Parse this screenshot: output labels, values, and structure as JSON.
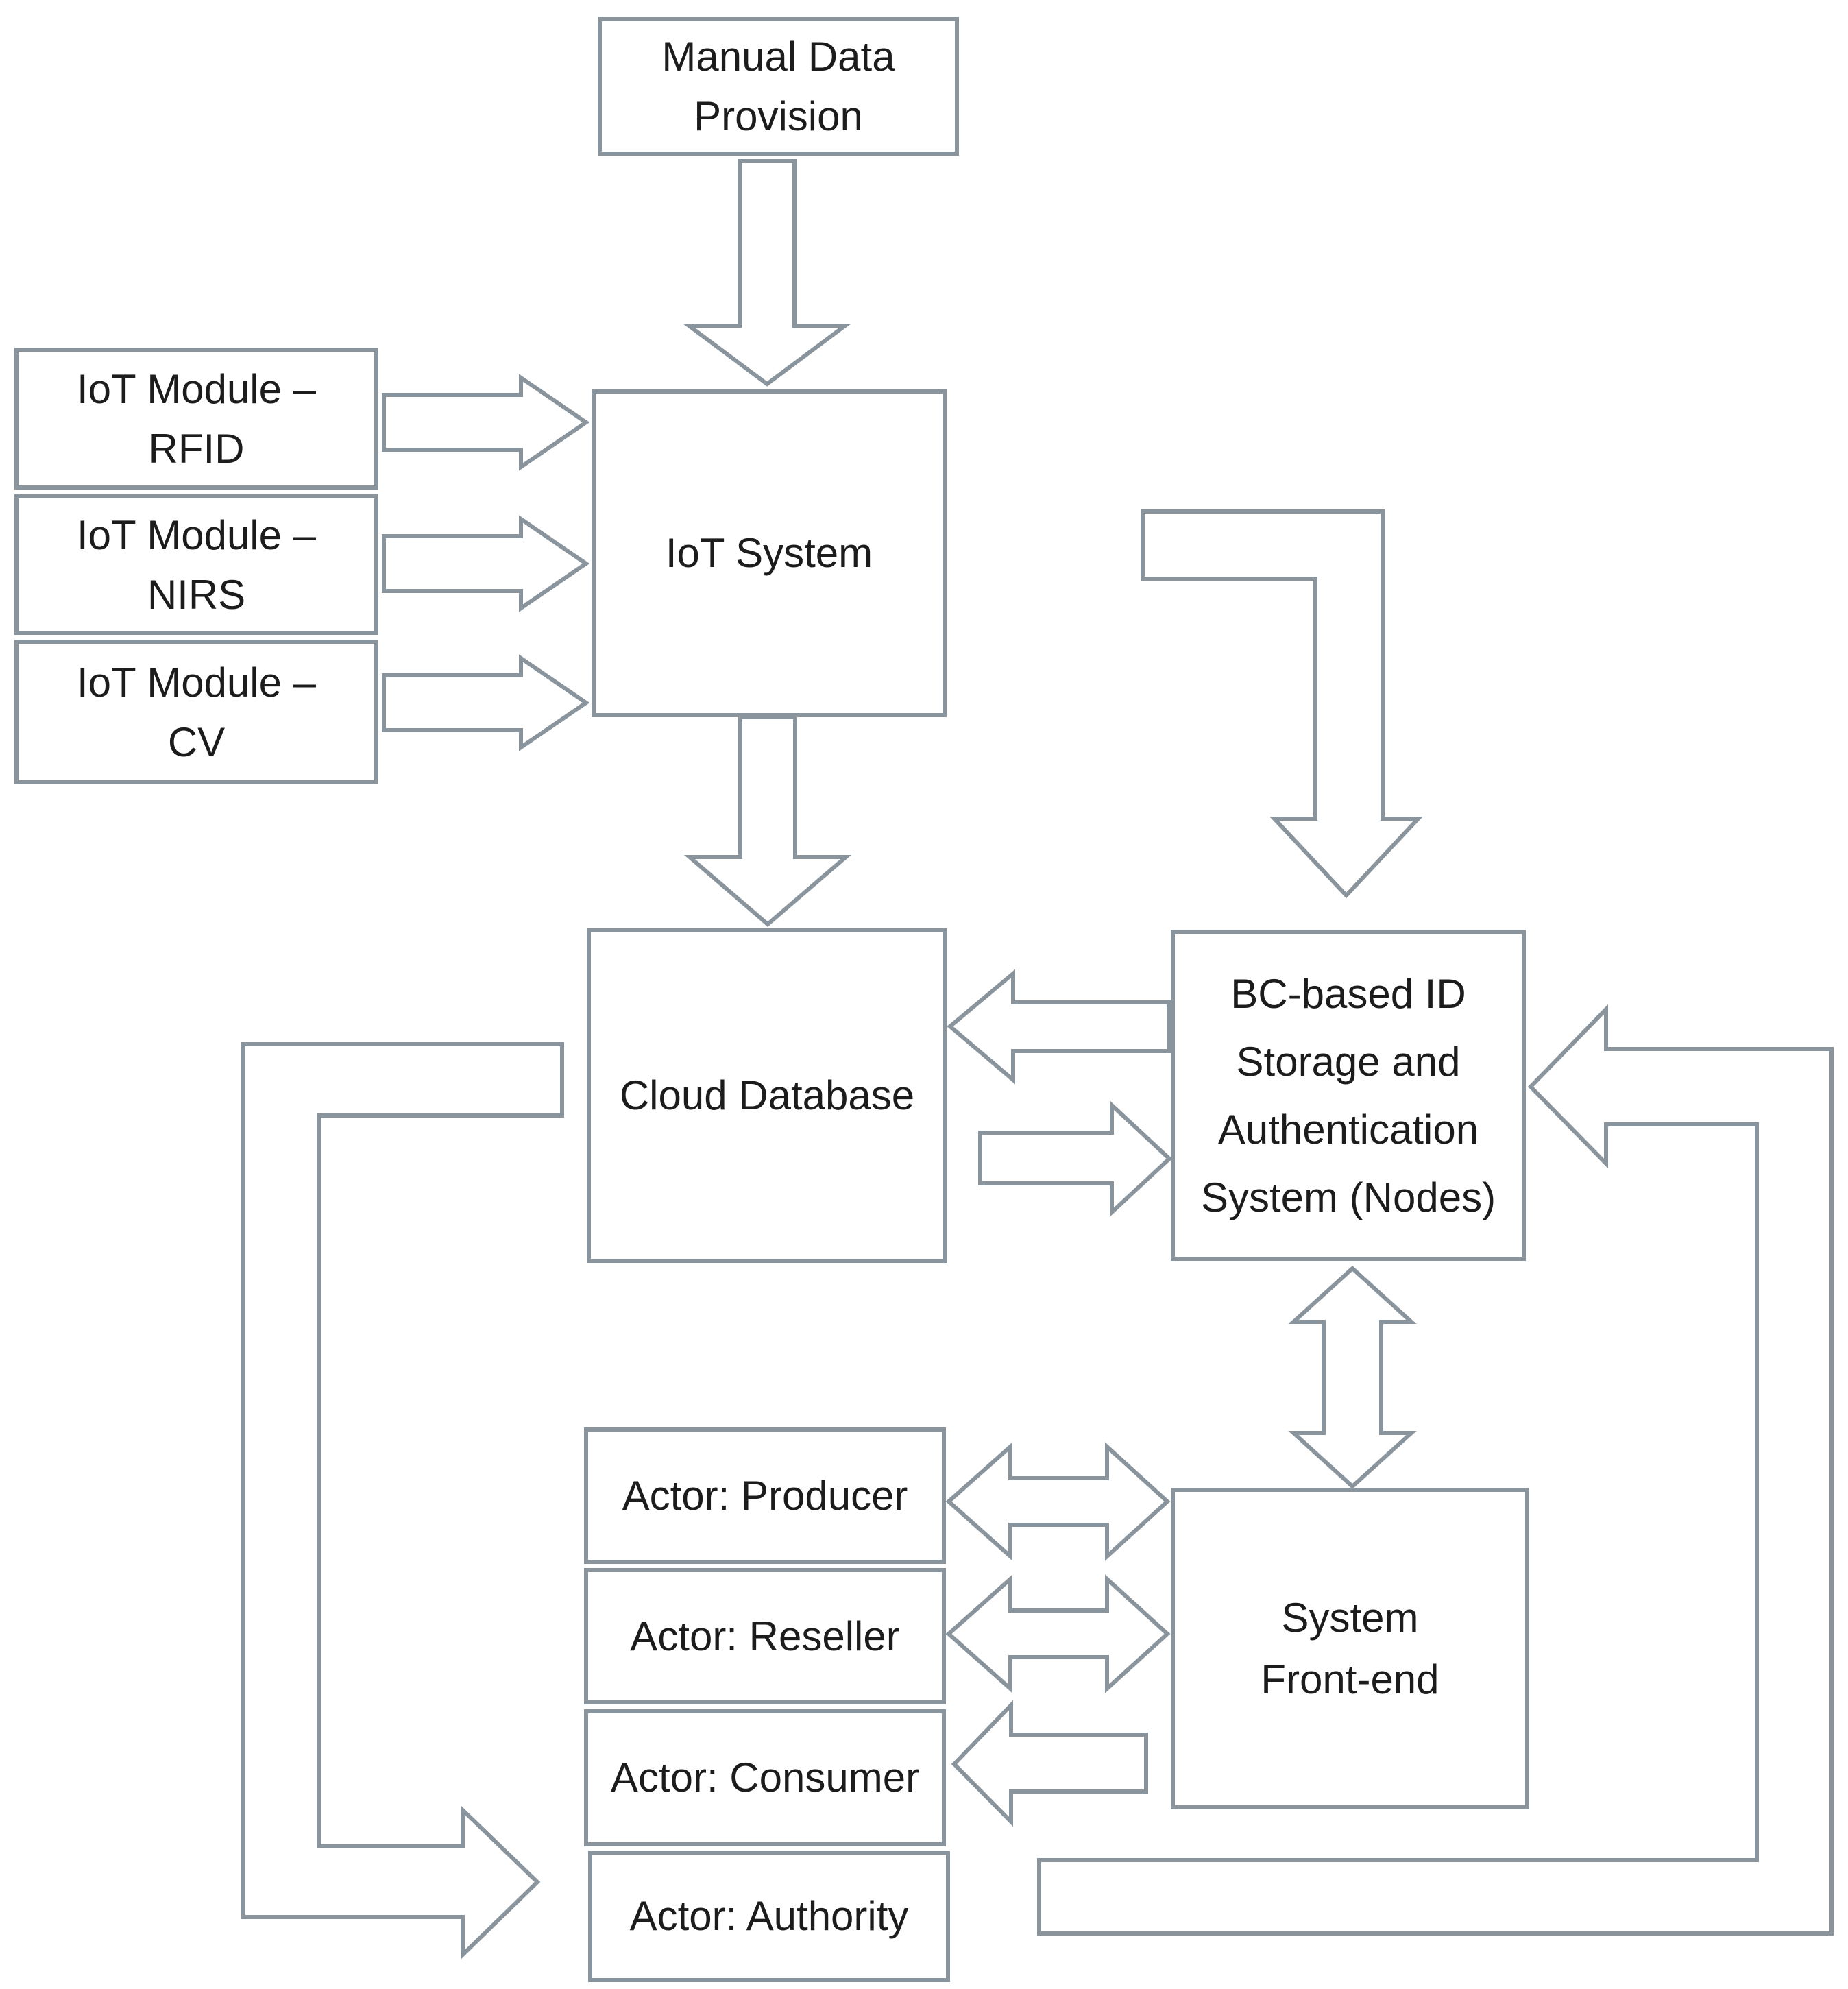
{
  "colors": {
    "stroke": "#8a949c",
    "text": "#1c1c1c",
    "background": "#ffffff"
  },
  "boxes": {
    "manual_data": {
      "label": "Manual Data\nProvision"
    },
    "iot_module_rfid": {
      "label": "IoT Module –\nRFID"
    },
    "iot_module_nirs": {
      "label": "IoT Module –\nNIRS"
    },
    "iot_module_cv": {
      "label": "IoT Module –\nCV"
    },
    "iot_system": {
      "label": "IoT System"
    },
    "cloud_database": {
      "label": "Cloud Database"
    },
    "bc_system": {
      "label": "BC-based ID\nStorage and\nAuthentication\nSystem (Nodes)"
    },
    "actor_producer": {
      "label": "Actor: Producer"
    },
    "actor_reseller": {
      "label": "Actor: Reseller"
    },
    "actor_consumer": {
      "label": "Actor: Consumer"
    },
    "actor_authority": {
      "label": "Actor: Authority"
    },
    "system_frontend": {
      "label": "System\nFront-end"
    }
  },
  "arrows": [
    {
      "name": "manual-to-iot-system",
      "from": "Manual Data Provision",
      "to": "IoT System",
      "style": "block",
      "direction": "down"
    },
    {
      "name": "rfid-to-iot-system",
      "from": "IoT Module – RFID",
      "to": "IoT System",
      "style": "block",
      "direction": "right"
    },
    {
      "name": "nirs-to-iot-system",
      "from": "IoT Module – NIRS",
      "to": "IoT System",
      "style": "block",
      "direction": "right"
    },
    {
      "name": "cv-to-iot-system",
      "from": "IoT Module – CV",
      "to": "IoT System",
      "style": "block",
      "direction": "right"
    },
    {
      "name": "iot-system-to-cloud",
      "from": "IoT System",
      "to": "Cloud Database",
      "style": "block",
      "direction": "down"
    },
    {
      "name": "elbow-to-bc-top",
      "from": "IoT System area",
      "to": "BC-based ID Storage and Authentication System (Nodes)",
      "style": "block-elbow",
      "direction": "right-then-down"
    },
    {
      "name": "bc-to-cloud",
      "from": "BC-based ID Storage and Authentication System (Nodes)",
      "to": "Cloud Database",
      "style": "block",
      "direction": "left"
    },
    {
      "name": "cloud-to-bc",
      "from": "Cloud Database",
      "to": "BC-based ID Storage and Authentication System (Nodes)",
      "style": "block",
      "direction": "right"
    },
    {
      "name": "bc-frontend-bidirectional",
      "from": "BC-based ID Storage and Authentication System (Nodes)",
      "to": "System Front-end",
      "style": "block",
      "direction": "both-vertical"
    },
    {
      "name": "producer-frontend-bidirectional",
      "from": "Actor: Producer",
      "to": "System Front-end",
      "style": "block",
      "direction": "both-horizontal"
    },
    {
      "name": "reseller-frontend-bidirectional",
      "from": "Actor: Reseller",
      "to": "System Front-end",
      "style": "block",
      "direction": "both-horizontal"
    },
    {
      "name": "frontend-to-consumer",
      "from": "System Front-end",
      "to": "Actor: Consumer",
      "style": "block",
      "direction": "left"
    },
    {
      "name": "cloud-to-authority-elbow",
      "from": "Cloud Database",
      "to": "Actor: Authority",
      "style": "block-elbow",
      "direction": "down-then-right"
    },
    {
      "name": "frontend-to-bc-elbow",
      "from": "System Front-end area",
      "to": "BC-based ID Storage and Authentication System (Nodes)",
      "style": "block-elbow",
      "direction": "right-up-then-left"
    }
  ]
}
